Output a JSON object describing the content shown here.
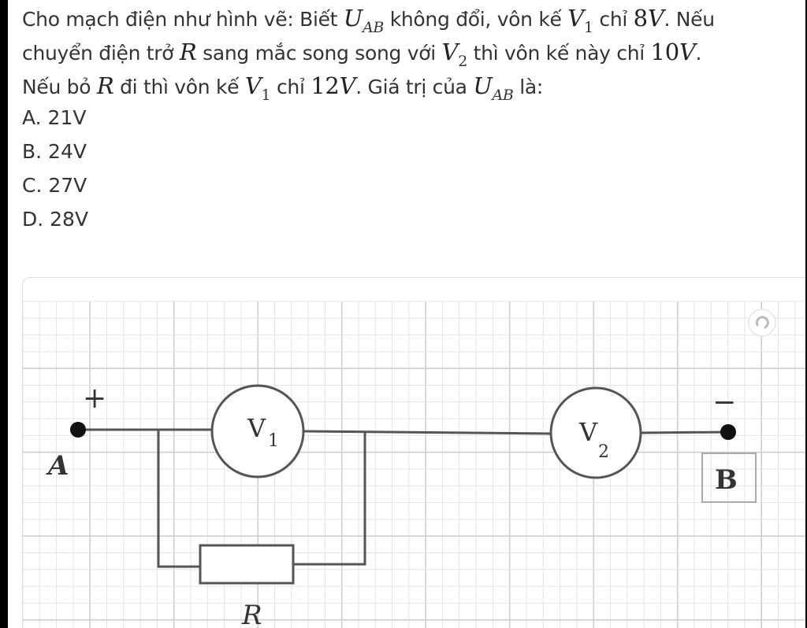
{
  "question": {
    "line1": {
      "t1": "Cho mạch điện như hình vẽ: Biết ",
      "m1": "U",
      "m1_sub": "AB",
      "t2": " không đổi, vôn kế ",
      "m2": "V",
      "m2_sub": "1",
      "t3": " chỉ ",
      "m3": "8",
      "m3_unit": "V",
      "t4": ". Nếu"
    },
    "line2": {
      "t1": "chuyển điện trở ",
      "m1": "R",
      "t2": " sang mắc song song với ",
      "m2": "V",
      "m2_sub": "2",
      "t3": " thì vôn kế này chỉ ",
      "m3": "10",
      "m3_unit": "V",
      "t4": "."
    },
    "line3": {
      "t1": "Nếu bỏ ",
      "m1": "R",
      "t2": " đi thì vôn kế ",
      "m2": "V",
      "m2_sub": "1",
      "t3": " chỉ ",
      "m3": "12",
      "m3_unit": "V",
      "t4": ". Giá trị của ",
      "m4": "U",
      "m4_sub": "AB",
      "t5": " là:"
    }
  },
  "options": [
    "A. 21V",
    "B. 24V",
    "C. 27V",
    "D. 28V"
  ],
  "circuit": {
    "plus": "+",
    "minus": "−",
    "node_a": "A",
    "node_b": "B",
    "v1": "V",
    "v1_sub": "1",
    "v2": "V",
    "v2_sub": "2",
    "resistor": "R"
  },
  "colors": {
    "grid": "#e4e4e4",
    "grid_major": "#cfcfcf",
    "wire": "#555555",
    "text": "#333333"
  }
}
